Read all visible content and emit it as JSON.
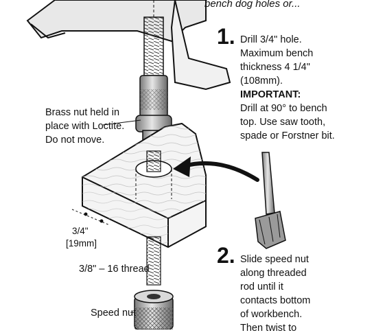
{
  "header": {
    "text": "bench dog holes or..."
  },
  "step1": {
    "number": "1.",
    "lines": [
      "Drill 3/4\" hole.",
      "Maximum bench",
      "thickness 4 1/4\"",
      "(108mm)."
    ],
    "important_label": "IMPORTANT:",
    "important_lines": [
      "Drill at 90° to bench",
      "top. Use saw tooth,",
      "spade or Forstner bit."
    ]
  },
  "step2": {
    "number": "2.",
    "lines": [
      "Slide speed nut",
      "along threaded",
      "rod until it",
      "contacts bottom",
      "of workbench.",
      "Then twist to"
    ]
  },
  "labels": {
    "brass_nut": [
      "Brass nut held in",
      "place with Loctite.",
      "Do not move."
    ],
    "dim_imperial": "3/4\"",
    "dim_metric": "[19mm]",
    "thread": "3/8\" – 16 thread",
    "speed_nut": "Speed nut"
  },
  "icons": [
    "clamp-handle-illustration",
    "spring-icon",
    "brass-nut-icon",
    "bench-block-illustration",
    "threaded-rod-icon",
    "speed-nut-icon",
    "forstner-bit-icon",
    "arrow-icon"
  ]
}
